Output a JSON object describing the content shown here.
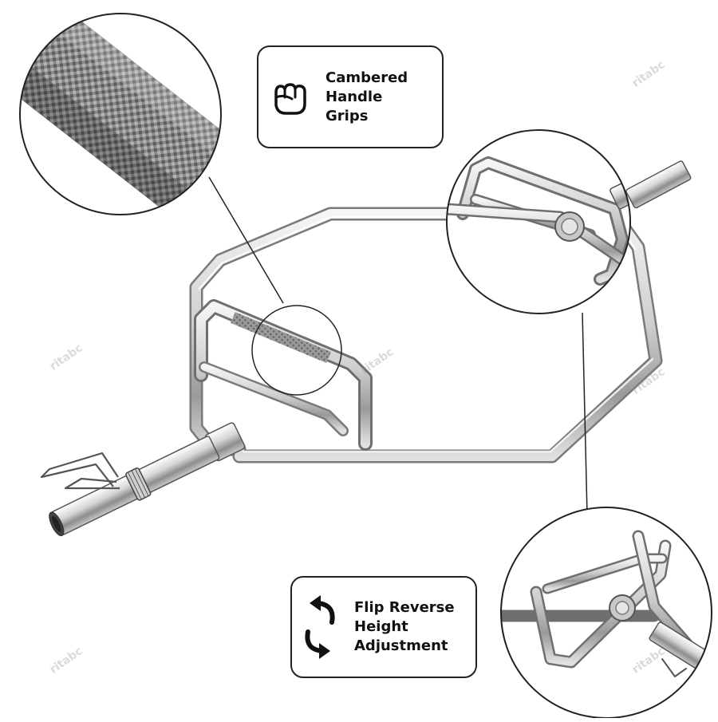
{
  "callouts": {
    "grips": {
      "icon": "fist-grip-icon",
      "lines": [
        "Cambered",
        "Handle",
        "Grips"
      ]
    },
    "flip": {
      "icon": "flip-arrows-icon",
      "lines": [
        "Flip Reverse",
        "Height",
        "Adjustment"
      ]
    }
  },
  "watermark": "ritabc",
  "colors": {
    "chrome_light": "#e6e6e6",
    "chrome_mid": "#b9b9b9",
    "chrome_dark": "#7d7d7d",
    "outline": "#222222",
    "knurl": "#6e6e6e"
  }
}
